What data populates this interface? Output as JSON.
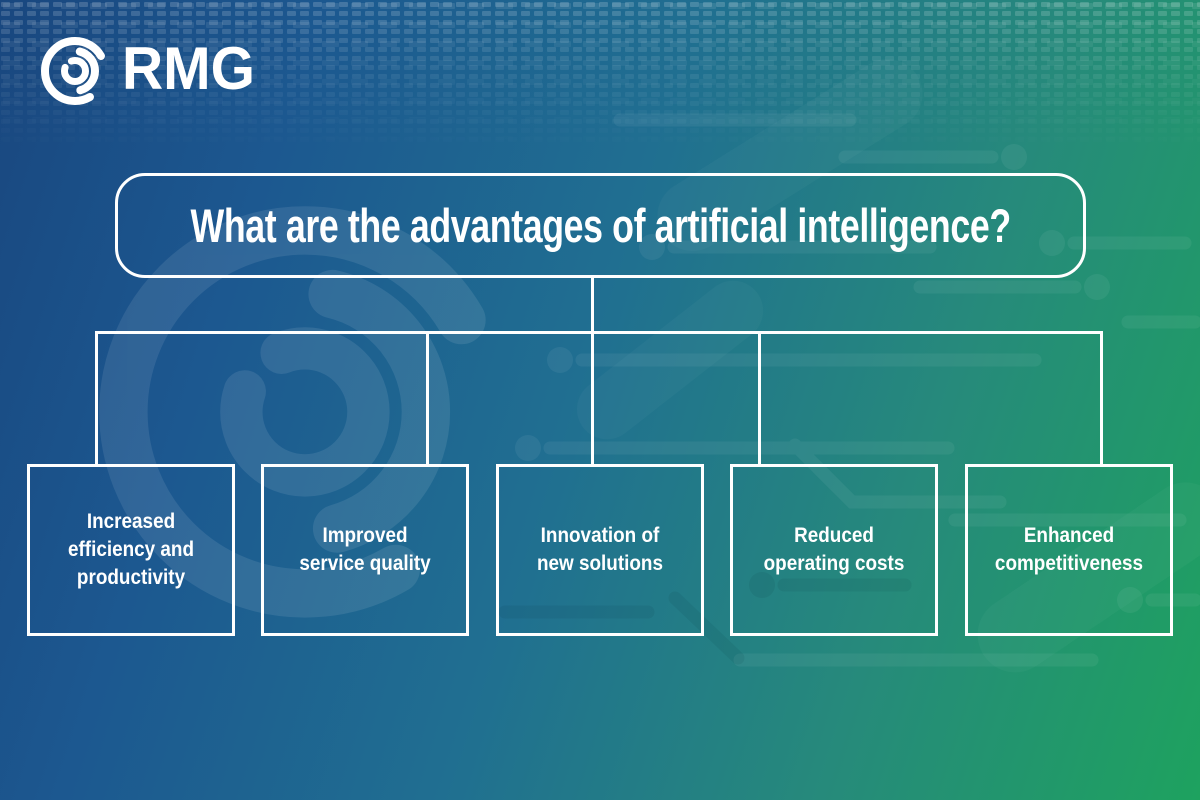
{
  "brand": {
    "name": "RMG"
  },
  "title": {
    "text": "What are the advantages of artificial intelligence?"
  },
  "nodes": [
    {
      "lines": [
        "Increased",
        "efficiency and",
        "productivity"
      ]
    },
    {
      "lines": [
        "Improved",
        "service quality"
      ]
    },
    {
      "lines": [
        "Innovation of",
        "new solutions"
      ]
    },
    {
      "lines": [
        "Reduced",
        "operating costs"
      ]
    },
    {
      "lines": [
        "Enhanced",
        "competitiveness"
      ]
    }
  ],
  "colors": {
    "gradient_start": "#19477f",
    "gradient_mid": "#206f91",
    "gradient_end": "#1ea25f",
    "line": "#ffffff",
    "text": "#ffffff"
  }
}
